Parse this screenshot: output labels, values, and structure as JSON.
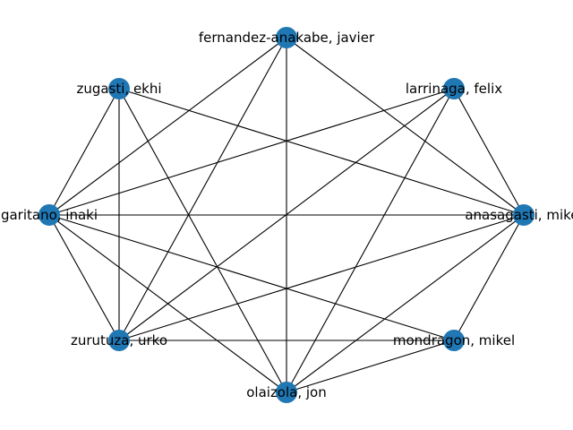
{
  "style": {
    "node_color": "#1f77b4",
    "edge_color": "#000000",
    "background": "#ffffff"
  },
  "nodes": [
    {
      "id": "fernandez",
      "label": "fernandez-anakabe, javier"
    },
    {
      "id": "larrinaga",
      "label": "larrinaga, felix"
    },
    {
      "id": "anasagasti",
      "label": "anasagasti, mikel"
    },
    {
      "id": "mondragon",
      "label": "mondragon, mikel"
    },
    {
      "id": "olaizola",
      "label": "olaizola, jon"
    },
    {
      "id": "zurutuza",
      "label": "zurutuza, urko"
    },
    {
      "id": "garitano",
      "label": "garitano, inaki"
    },
    {
      "id": "zugasti",
      "label": "zugasti, ekhi"
    }
  ],
  "edges": [
    [
      "fernandez",
      "anasagasti"
    ],
    [
      "fernandez",
      "olaizola"
    ],
    [
      "fernandez",
      "zurutuza"
    ],
    [
      "fernandez",
      "garitano"
    ],
    [
      "larrinaga",
      "anasagasti"
    ],
    [
      "larrinaga",
      "olaizola"
    ],
    [
      "larrinaga",
      "zurutuza"
    ],
    [
      "larrinaga",
      "garitano"
    ],
    [
      "anasagasti",
      "mondragon"
    ],
    [
      "anasagasti",
      "olaizola"
    ],
    [
      "anasagasti",
      "zurutuza"
    ],
    [
      "anasagasti",
      "garitano"
    ],
    [
      "anasagasti",
      "zugasti"
    ],
    [
      "mondragon",
      "olaizola"
    ],
    [
      "mondragon",
      "zurutuza"
    ],
    [
      "mondragon",
      "garitano"
    ],
    [
      "olaizola",
      "garitano"
    ],
    [
      "olaizola",
      "zugasti"
    ],
    [
      "zurutuza",
      "garitano"
    ],
    [
      "zurutuza",
      "zugasti"
    ],
    [
      "garitano",
      "zugasti"
    ]
  ]
}
